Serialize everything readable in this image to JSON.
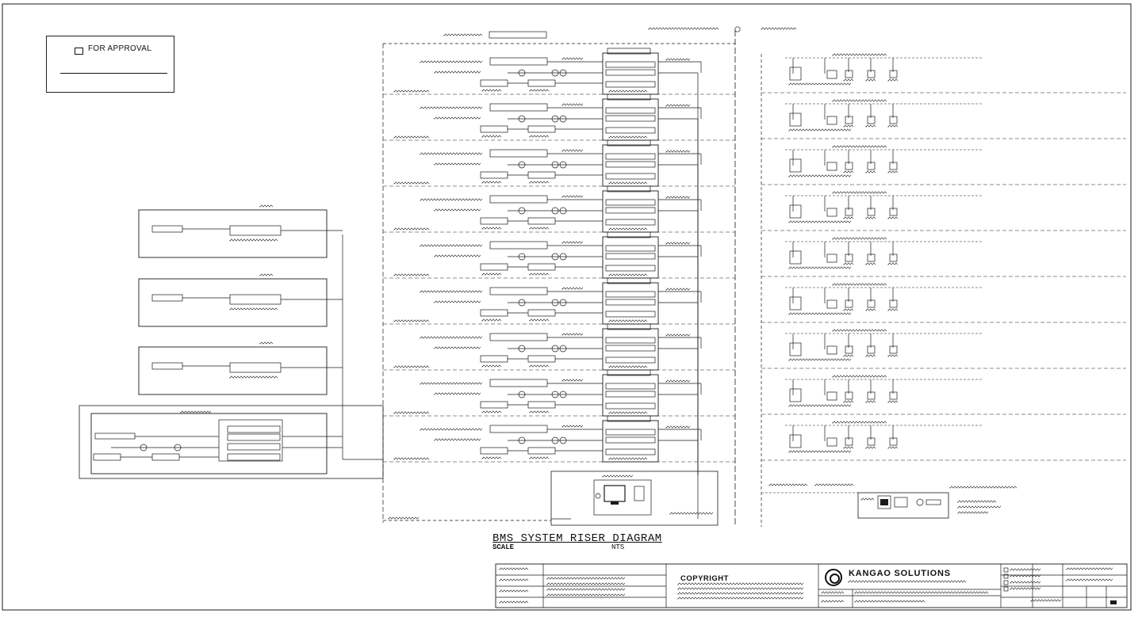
{
  "drawing": {
    "title": "BMS SYSTEM RISER DIAGRAM",
    "scale_label": "SCALE",
    "scale_value": "NTS",
    "approval_label": "FOR APPROVAL"
  },
  "title_block": {
    "copyright_heading": "COPYRIGHT",
    "company_name": "KANGAO SOLUTIONS"
  },
  "colors": {
    "line": "#1a1a1a",
    "paper": "#ffffff"
  },
  "diagram_rows": 9,
  "left_panels": 4,
  "icons": [
    "monitor-icon",
    "device-icon",
    "checkbox-icon",
    "logo-icon"
  ]
}
